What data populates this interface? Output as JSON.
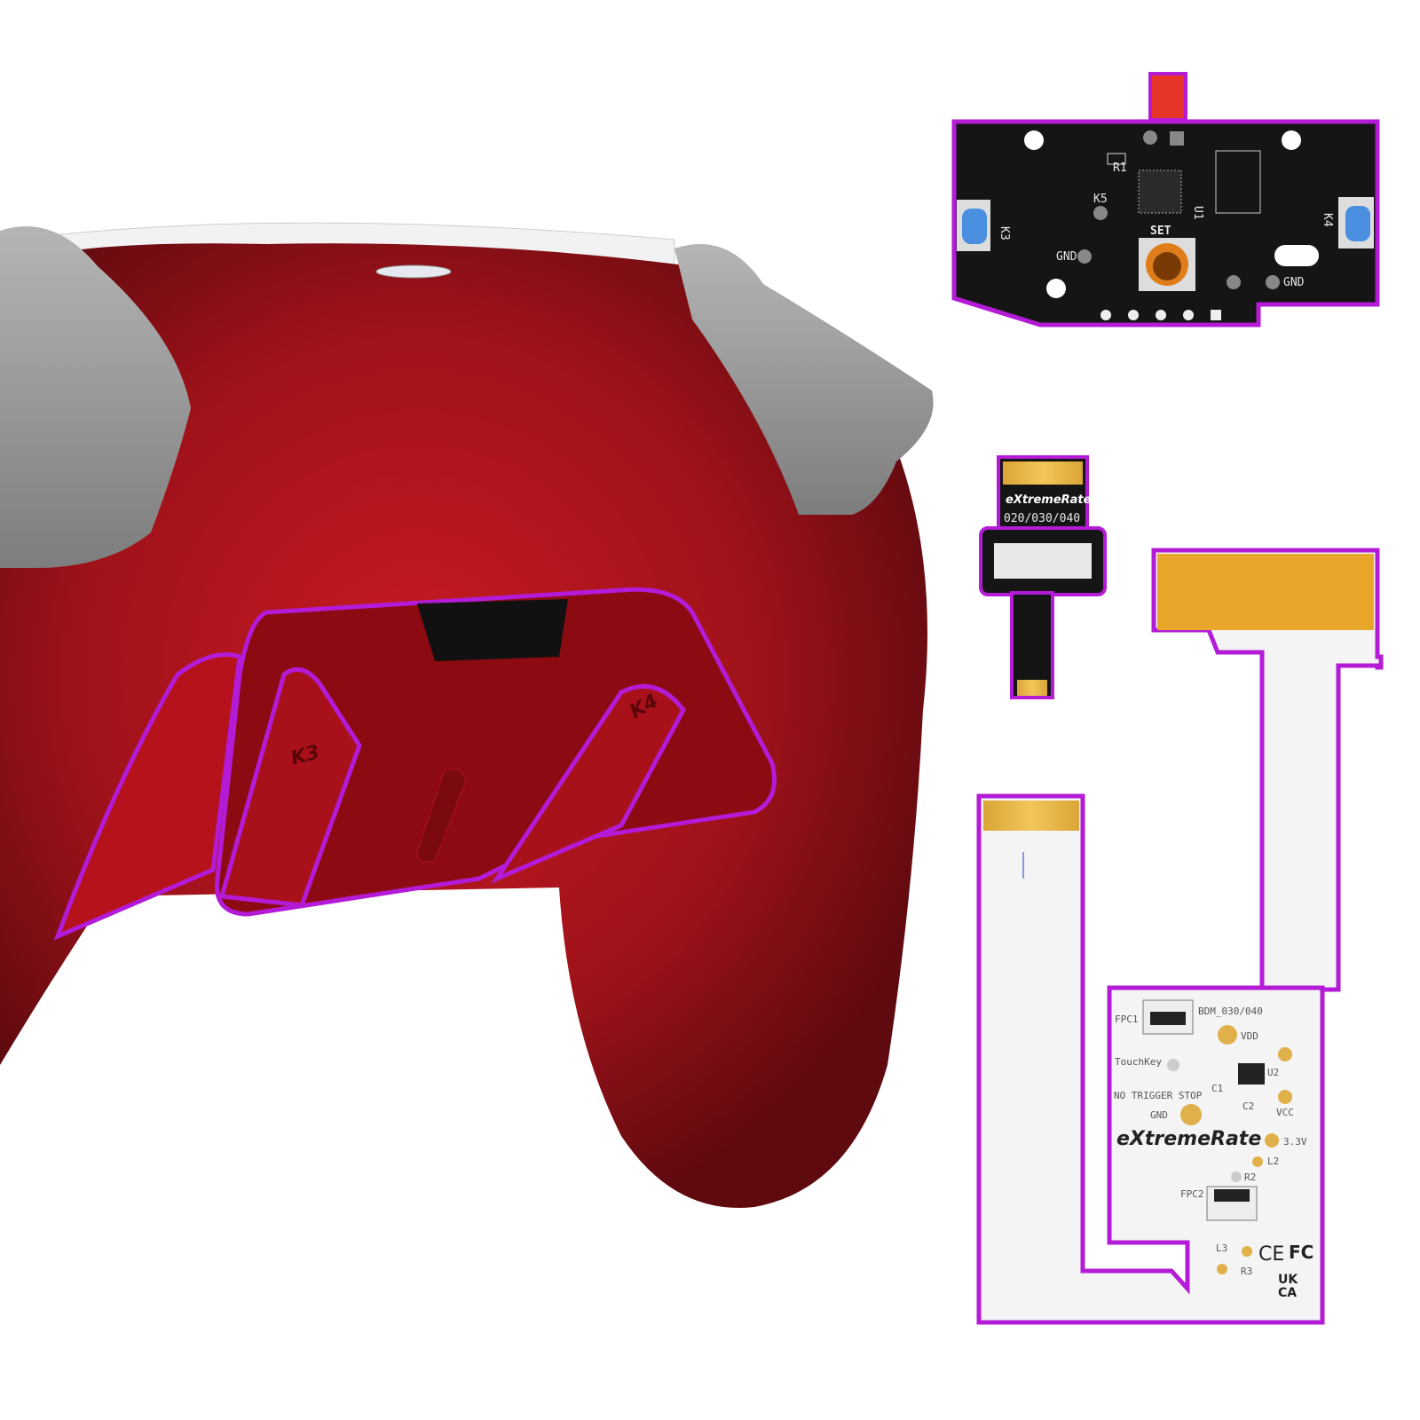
{
  "colors": {
    "controller_red": "#a3121a",
    "outline_magenta": "#b31bd6",
    "pcb_black": "#151515",
    "flex_white": "#f4f4f4",
    "gold": "#e0b04a",
    "button_blue": "#4a8fe0",
    "button_orange": "#e07d1a",
    "trigger_gray": "#9a9a9a"
  },
  "controller": {
    "paddle_left_label": "K3",
    "paddle_right_label": "K4"
  },
  "main_pcb": {
    "button_left_label": "K3",
    "button_right_label": "K4",
    "pad_label": "K5",
    "center_button_label": "SET",
    "gnd_left": "GND",
    "gnd_right": "GND",
    "chip_label": "U1",
    "resistor_label": "R1"
  },
  "small_cable": {
    "brand": "eXtremeRate",
    "model": "020/030/040"
  },
  "flex_board": {
    "model": "BDM_030/040",
    "fpc1": "FPC1",
    "fpc2": "FPC2",
    "touchkey": "TouchKey",
    "vdd": "VDD",
    "u2": "U2",
    "c1": "C1",
    "c2": "C2",
    "vcc": "VCC",
    "no_trigger_stop": "NO TRIGGER STOP",
    "gnd": "GND",
    "brand": "eXtremeRate",
    "v33": "3.3V",
    "l2": "L2",
    "r2": "R2",
    "l3": "L3",
    "r3": "R3",
    "ce_mark": "CE",
    "fc_mark": "FC",
    "ukca_mark_1": "UK",
    "ukca_mark_2": "CA"
  }
}
